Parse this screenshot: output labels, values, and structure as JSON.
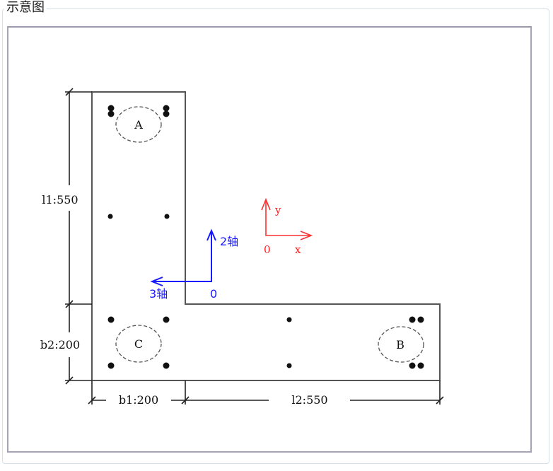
{
  "group_title": "示意图",
  "dimensions": {
    "l1": "l1:550",
    "b2": "b2:200",
    "b1": "b1:200",
    "l2": "l2:550"
  },
  "zones": {
    "a": "A",
    "b": "B",
    "c": "C"
  },
  "local_axes": {
    "axis2": "2轴",
    "axis3": "3轴",
    "origin": "0"
  },
  "global_axes": {
    "x": "x",
    "y": "y",
    "origin": "0"
  },
  "colors": {
    "local_axes": "#1a1aff",
    "global_axes": "#ff2020"
  }
}
